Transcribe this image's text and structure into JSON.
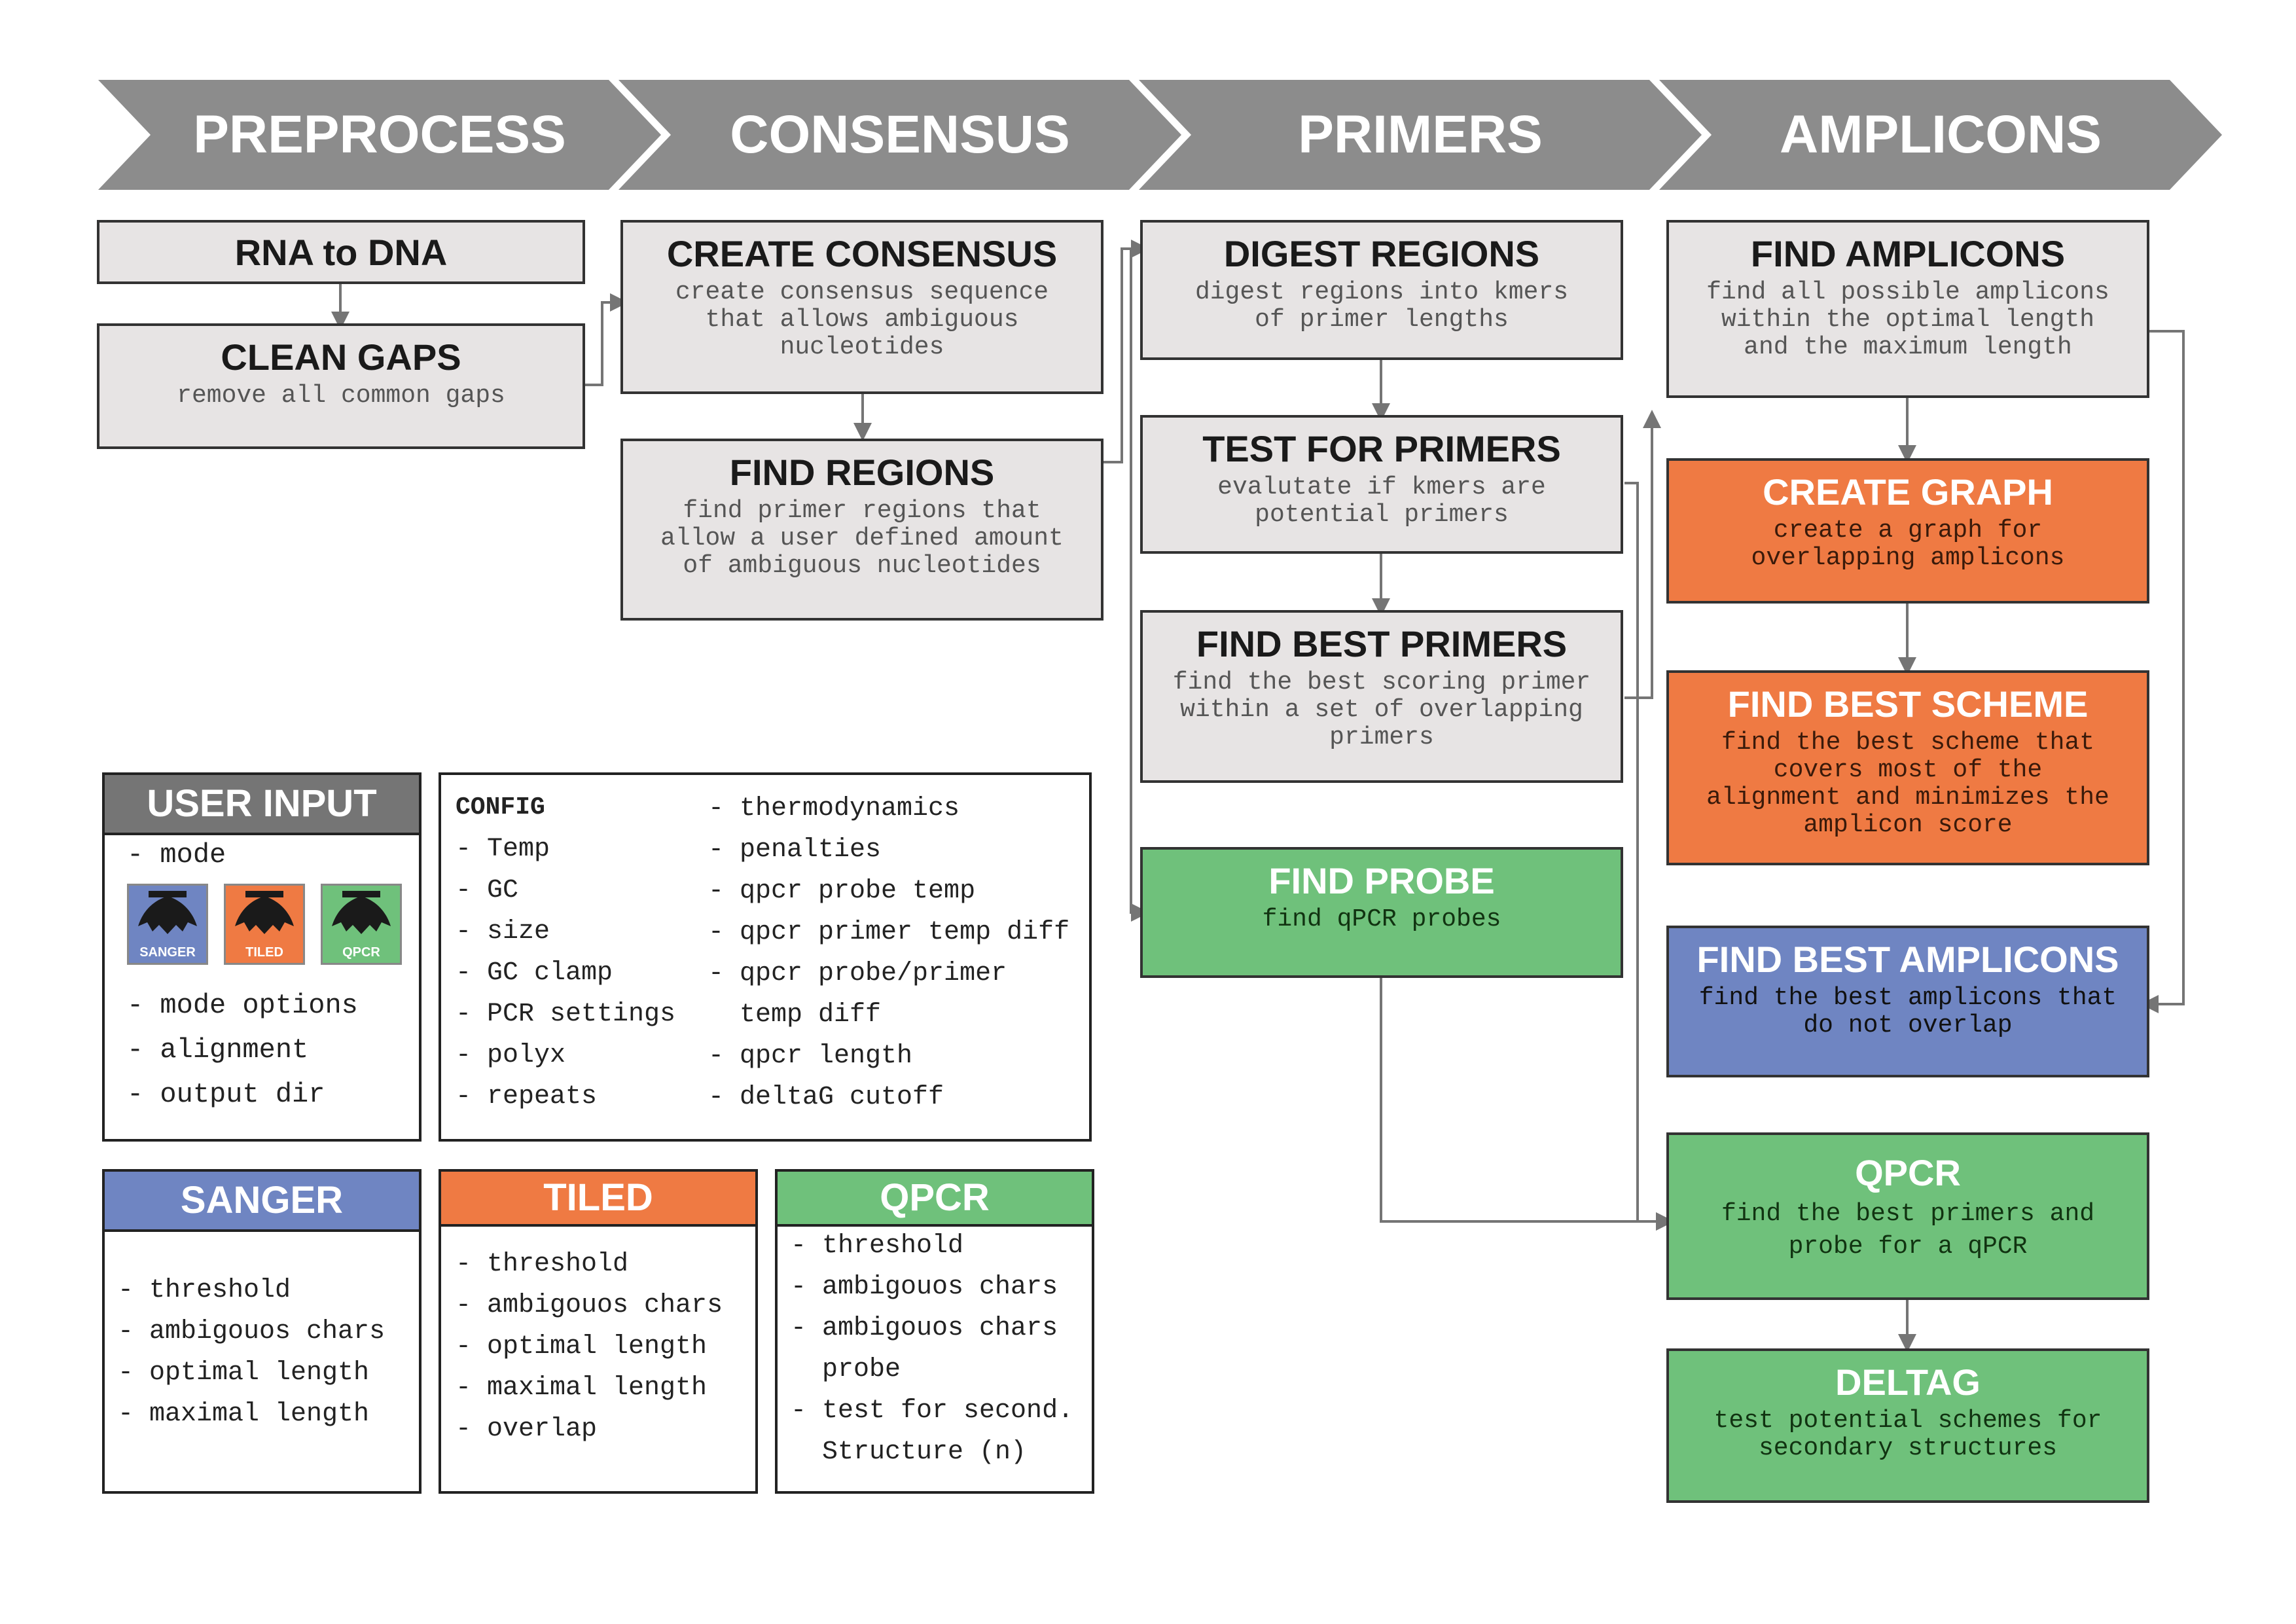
{
  "stages": [
    "PREPROCESS",
    "CONSENSUS",
    "PRIMERS",
    "AMPLICONS"
  ],
  "colors": {
    "chevron": "#8c8c8c",
    "grey_box": "#e7e4e4",
    "orange": "#ef7a43",
    "blue": "#6f85c2",
    "green": "#6fc17b",
    "header_grey": "#757575",
    "wire": "#757575"
  },
  "preprocess": {
    "rna_to_dna": {
      "title": "RNA to DNA"
    },
    "clean_gaps": {
      "title": "CLEAN GAPS",
      "desc": "remove all common gaps"
    }
  },
  "consensus": {
    "create_consensus": {
      "title": "CREATE CONSENSUS",
      "desc": "create consensus sequence\nthat allows ambiguous\nnucleotides"
    },
    "find_regions": {
      "title": "FIND REGIONS",
      "desc": "find primer regions that\nallow a user defined amount\nof ambiguous nucleotides"
    }
  },
  "primers": {
    "digest_regions": {
      "title": "DIGEST REGIONS",
      "desc": "digest regions into kmers\nof primer lengths"
    },
    "test_for_primers": {
      "title": "TEST FOR PRIMERS",
      "desc": "evalutate if kmers are\npotential primers"
    },
    "find_best_primers": {
      "title": "FIND BEST PRIMERS",
      "desc": "find the best scoring primer\nwithin a set of overlapping\nprimers"
    },
    "find_probe": {
      "title": "FIND PROBE",
      "desc": "find qPCR probes"
    }
  },
  "amplicons": {
    "find_amplicons": {
      "title": "FIND AMPLICONS",
      "desc": "find all possible amplicons\nwithin the optimal length\nand the maximum length"
    },
    "create_graph": {
      "title": "CREATE GRAPH",
      "desc": "create a graph for\noverlapping amplicons"
    },
    "find_best_scheme": {
      "title": "FIND BEST SCHEME",
      "desc": "find the best scheme that\ncovers most of the\nalignment and minimizes the\namplicon score"
    },
    "find_best_amplicons": {
      "title": "FIND BEST AMPLICONS",
      "desc": "find the best amplicons that\ndo not overlap"
    },
    "qpcr": {
      "title": "QPCR",
      "desc": "find the best primers and\nprobe for a qPCR"
    },
    "deltag": {
      "title": "DELTAG",
      "desc": "test potential schemes for\nsecondary structures"
    }
  },
  "user_input": {
    "title": "USER INPUT",
    "items_top": [
      "- mode"
    ],
    "mode_icons": [
      {
        "label": "SANGER",
        "color": "#6f85c2",
        "icon": "bat-icon"
      },
      {
        "label": "TILED",
        "color": "#ef7a43",
        "icon": "bat-icon"
      },
      {
        "label": "QPCR",
        "color": "#6fc17b",
        "icon": "bat-icon"
      }
    ],
    "items_bottom": [
      "- mode options",
      "- alignment",
      "- output dir"
    ]
  },
  "config": {
    "title": "CONFIG",
    "left": [
      "- Temp",
      "- GC",
      "- size",
      "- GC clamp",
      "- PCR settings",
      "- polyx",
      "- repeats"
    ],
    "right": [
      "- thermodynamics",
      "- penalties",
      "- qpcr probe temp",
      "- qpcr primer temp diff",
      "- qpcr probe/primer",
      "  temp diff",
      "- qpcr length",
      "- deltaG cutoff"
    ]
  },
  "sanger": {
    "title": "SANGER",
    "items": [
      "- threshold",
      "- ambigouos chars",
      "- optimal length",
      "- maximal length"
    ]
  },
  "tiled": {
    "title": "TILED",
    "items": [
      "- threshold",
      "- ambigouos chars",
      "- optimal length",
      "- maximal length",
      "- overlap"
    ]
  },
  "qpcr_opts": {
    "title": "QPCR",
    "items": [
      "- threshold",
      "- ambigouos chars",
      "- ambigouos chars",
      "  probe",
      "- test for second.",
      "  Structure (n)"
    ]
  }
}
